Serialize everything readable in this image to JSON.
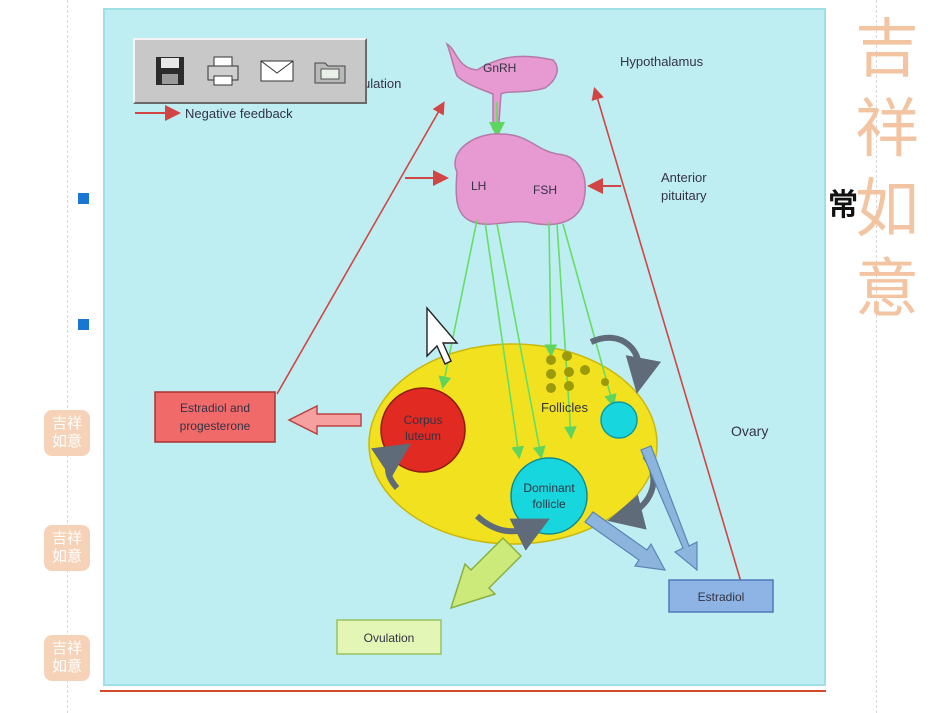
{
  "slide": {
    "side_char": "常",
    "seal_text": "吉祥如意"
  },
  "diagram": {
    "toolbar": {
      "save_icon": "floppy-disk-icon",
      "print_icon": "printer-icon",
      "mail_icon": "envelope-icon",
      "folder_icon": "folder-icon"
    },
    "legend": {
      "stimulation_partial": "ulation",
      "negative_feedback": "Negative feedback"
    },
    "labels": {
      "hypothalamus": "Hypothalamus",
      "gnrh": "GnRH",
      "anterior_pituitary_line1": "Anterior",
      "anterior_pituitary_line2": "pituitary",
      "lh": "LH",
      "fsh": "FSH",
      "corpus_luteum_line1": "Corpus",
      "corpus_luteum_line2": "luteum",
      "follicles": "Follicles",
      "ovary": "Ovary",
      "dominant_follicle_line1": "Dominant",
      "dominant_follicle_line2": "follicle",
      "estradiol_progesterone_line1": "Estradiol and",
      "estradiol_progesterone_line2": "progesterone",
      "estradiol": "Estradiol",
      "ovulation": "Ovulation"
    },
    "colors": {
      "background": "#bfeef2",
      "pituitary": "#e79ad1",
      "ovary": "#f2e11e",
      "corpus_luteum": "#e02a22",
      "follicle": "#18d6de",
      "stimulation_arrow": "#66dd66",
      "feedback_arrow": "#d24545"
    }
  }
}
